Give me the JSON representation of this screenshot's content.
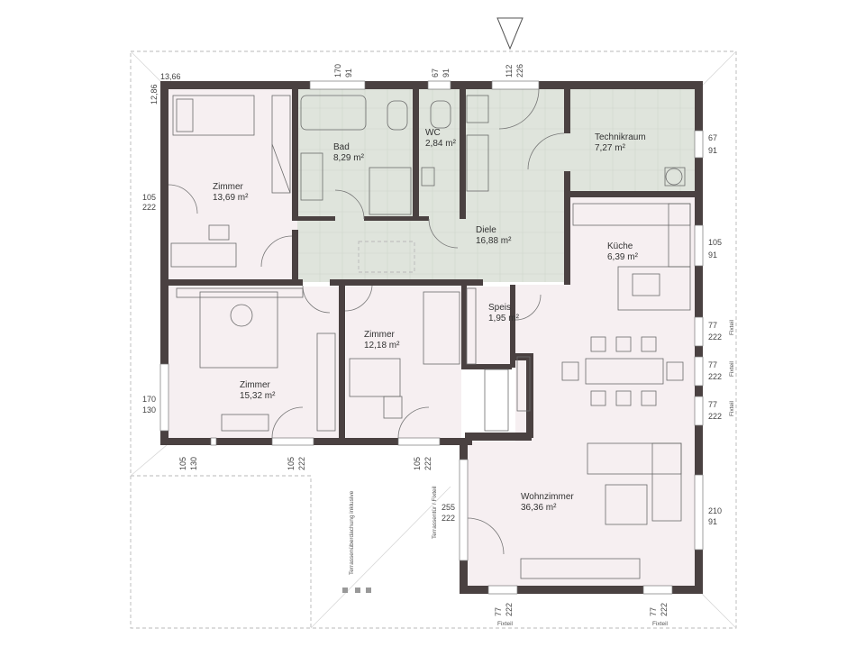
{
  "rooms": {
    "zimmer_top": {
      "name": "Zimmer",
      "area": "13,69 m²"
    },
    "bad": {
      "name": "Bad",
      "area": "8,29 m²"
    },
    "wc": {
      "name": "WC",
      "area": "2,84 m²"
    },
    "technikraum": {
      "name": "Technikraum",
      "area": "7,27 m²"
    },
    "diele": {
      "name": "Diele",
      "area": "16,88 m²"
    },
    "kueche": {
      "name": "Küche",
      "area": "6,39 m²"
    },
    "speis": {
      "name": "Speis",
      "area": "1,95 m²"
    },
    "zimmer_mid": {
      "name": "Zimmer",
      "area": "12,18 m²"
    },
    "zimmer_left": {
      "name": "Zimmer",
      "area": "15,32 m²"
    },
    "wohnzimmer": {
      "name": "Wohnzimmer",
      "area": "36,36 m²"
    }
  },
  "dimensions": {
    "corner_w": "13,66",
    "corner_h": "12,86",
    "top_bad_a": "170",
    "top_bad_b": "91",
    "top_wc_a": "67",
    "top_wc_b": "91",
    "top_door_a": "112",
    "top_door_b": "226",
    "left_zimmer_a": "105",
    "left_zimmer_b": "222",
    "left_lower_a": "170",
    "left_lower_b": "130",
    "right_tech_a": "67",
    "right_tech_b": "91",
    "right_kueche_a": "105",
    "right_kueche_b": "91",
    "right_fix1_a": "77",
    "right_fix1_b": "222",
    "right_fix2_a": "77",
    "right_fix2_b": "222",
    "right_fix3_a": "77",
    "right_fix3_b": "222",
    "right_wohn_a": "210",
    "right_wohn_b": "91",
    "bottom_left_a": "105",
    "bottom_left_b": "130",
    "bottom_mid_a": "105",
    "bottom_mid_b": "222",
    "bottom_mid2_a": "105",
    "bottom_mid2_b": "222",
    "terrace_door_a": "255",
    "terrace_door_b": "222",
    "bottom_fix1_a": "77",
    "bottom_fix1_b": "222",
    "bottom_fix2_a": "77",
    "bottom_fix2_b": "222"
  },
  "labels": {
    "fixteil": "Fixteil",
    "terrassentuer": "Terrassentür / Fixteil",
    "terrassen_ueberdachung": "Terrassenüberdachung inklusive"
  },
  "colors": {
    "wall": "#4a4141",
    "wet_floor": "#dfe4dc",
    "living_floor": "#f6eff1",
    "dashed": "#b8b8b8"
  }
}
